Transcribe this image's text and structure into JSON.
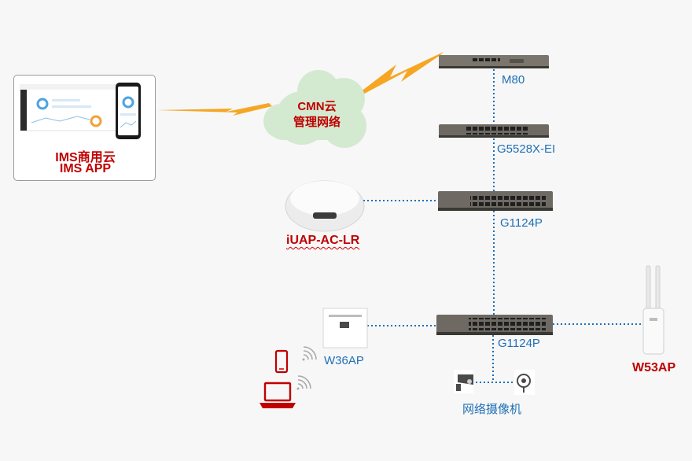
{
  "ims": {
    "line1": "IMS商用云",
    "line2": "IMS APP"
  },
  "cloud": {
    "line1": "CMN云",
    "line2": "管理网络"
  },
  "devices": {
    "m80": "M80",
    "g5528": "G5528X-EI",
    "g1124_top": "G1124P",
    "g1124_bottom": "G1124P",
    "iuap": "iUAP-AC-LR",
    "w36ap": "W36AP",
    "w53ap": "W53AP",
    "camera": "网络摄像机"
  },
  "colors": {
    "link": "#1f6fb5",
    "lightning": "#f5a623",
    "cloud": "#d3ead0",
    "brand_red": "#c00000",
    "switch_body": "#6e6a63"
  },
  "icons": [
    "lightning-icon",
    "cloud-icon",
    "switch-icon",
    "ceiling-ap-icon",
    "wall-ap-icon",
    "outdoor-ap-icon",
    "phone-icon",
    "laptop-icon",
    "wifi-icon",
    "camera-icon"
  ]
}
